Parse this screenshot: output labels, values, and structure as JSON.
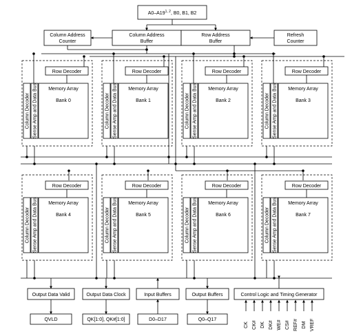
{
  "address_input": {
    "label": "A0–A19",
    "sup": "1, 2",
    "rest": ", B0, B1, B2"
  },
  "column_address_counter": [
    "Column Address",
    "Counter"
  ],
  "column_address_buffer": [
    "Column Address",
    "Buffer"
  ],
  "row_address_buffer": [
    "Row Address",
    "Buffer"
  ],
  "refresh_counter": [
    "Refresh",
    "Counter"
  ],
  "bank_labels": {
    "row_decoder": "Row Decoder",
    "memory_array": "Memory Array",
    "column_decoder": "Column Decoder",
    "sense_amp": "Sense Amp and Data Bus"
  },
  "banks": [
    "Bank 0",
    "Bank 1",
    "Bank 2",
    "Bank 3",
    "Bank 4",
    "Bank 5",
    "Bank 6",
    "Bank 7"
  ],
  "output_data_valid": "Output Data Valid",
  "output_data_clock": "Output Data Clock",
  "input_buffers": "Input Buffers",
  "output_buffers": "Output Buffers",
  "control_logic": "Control Logic and Timing Generator",
  "qvld": "QVLD",
  "qk": "QK[1:0], QK#[1:0]",
  "d": "D0–D17",
  "q": "Q0–Q17",
  "control_signals": [
    "CK",
    "CK#",
    "DK",
    "DK#",
    "WE#",
    "CS#",
    "REF#",
    "DM",
    "VREF"
  ]
}
